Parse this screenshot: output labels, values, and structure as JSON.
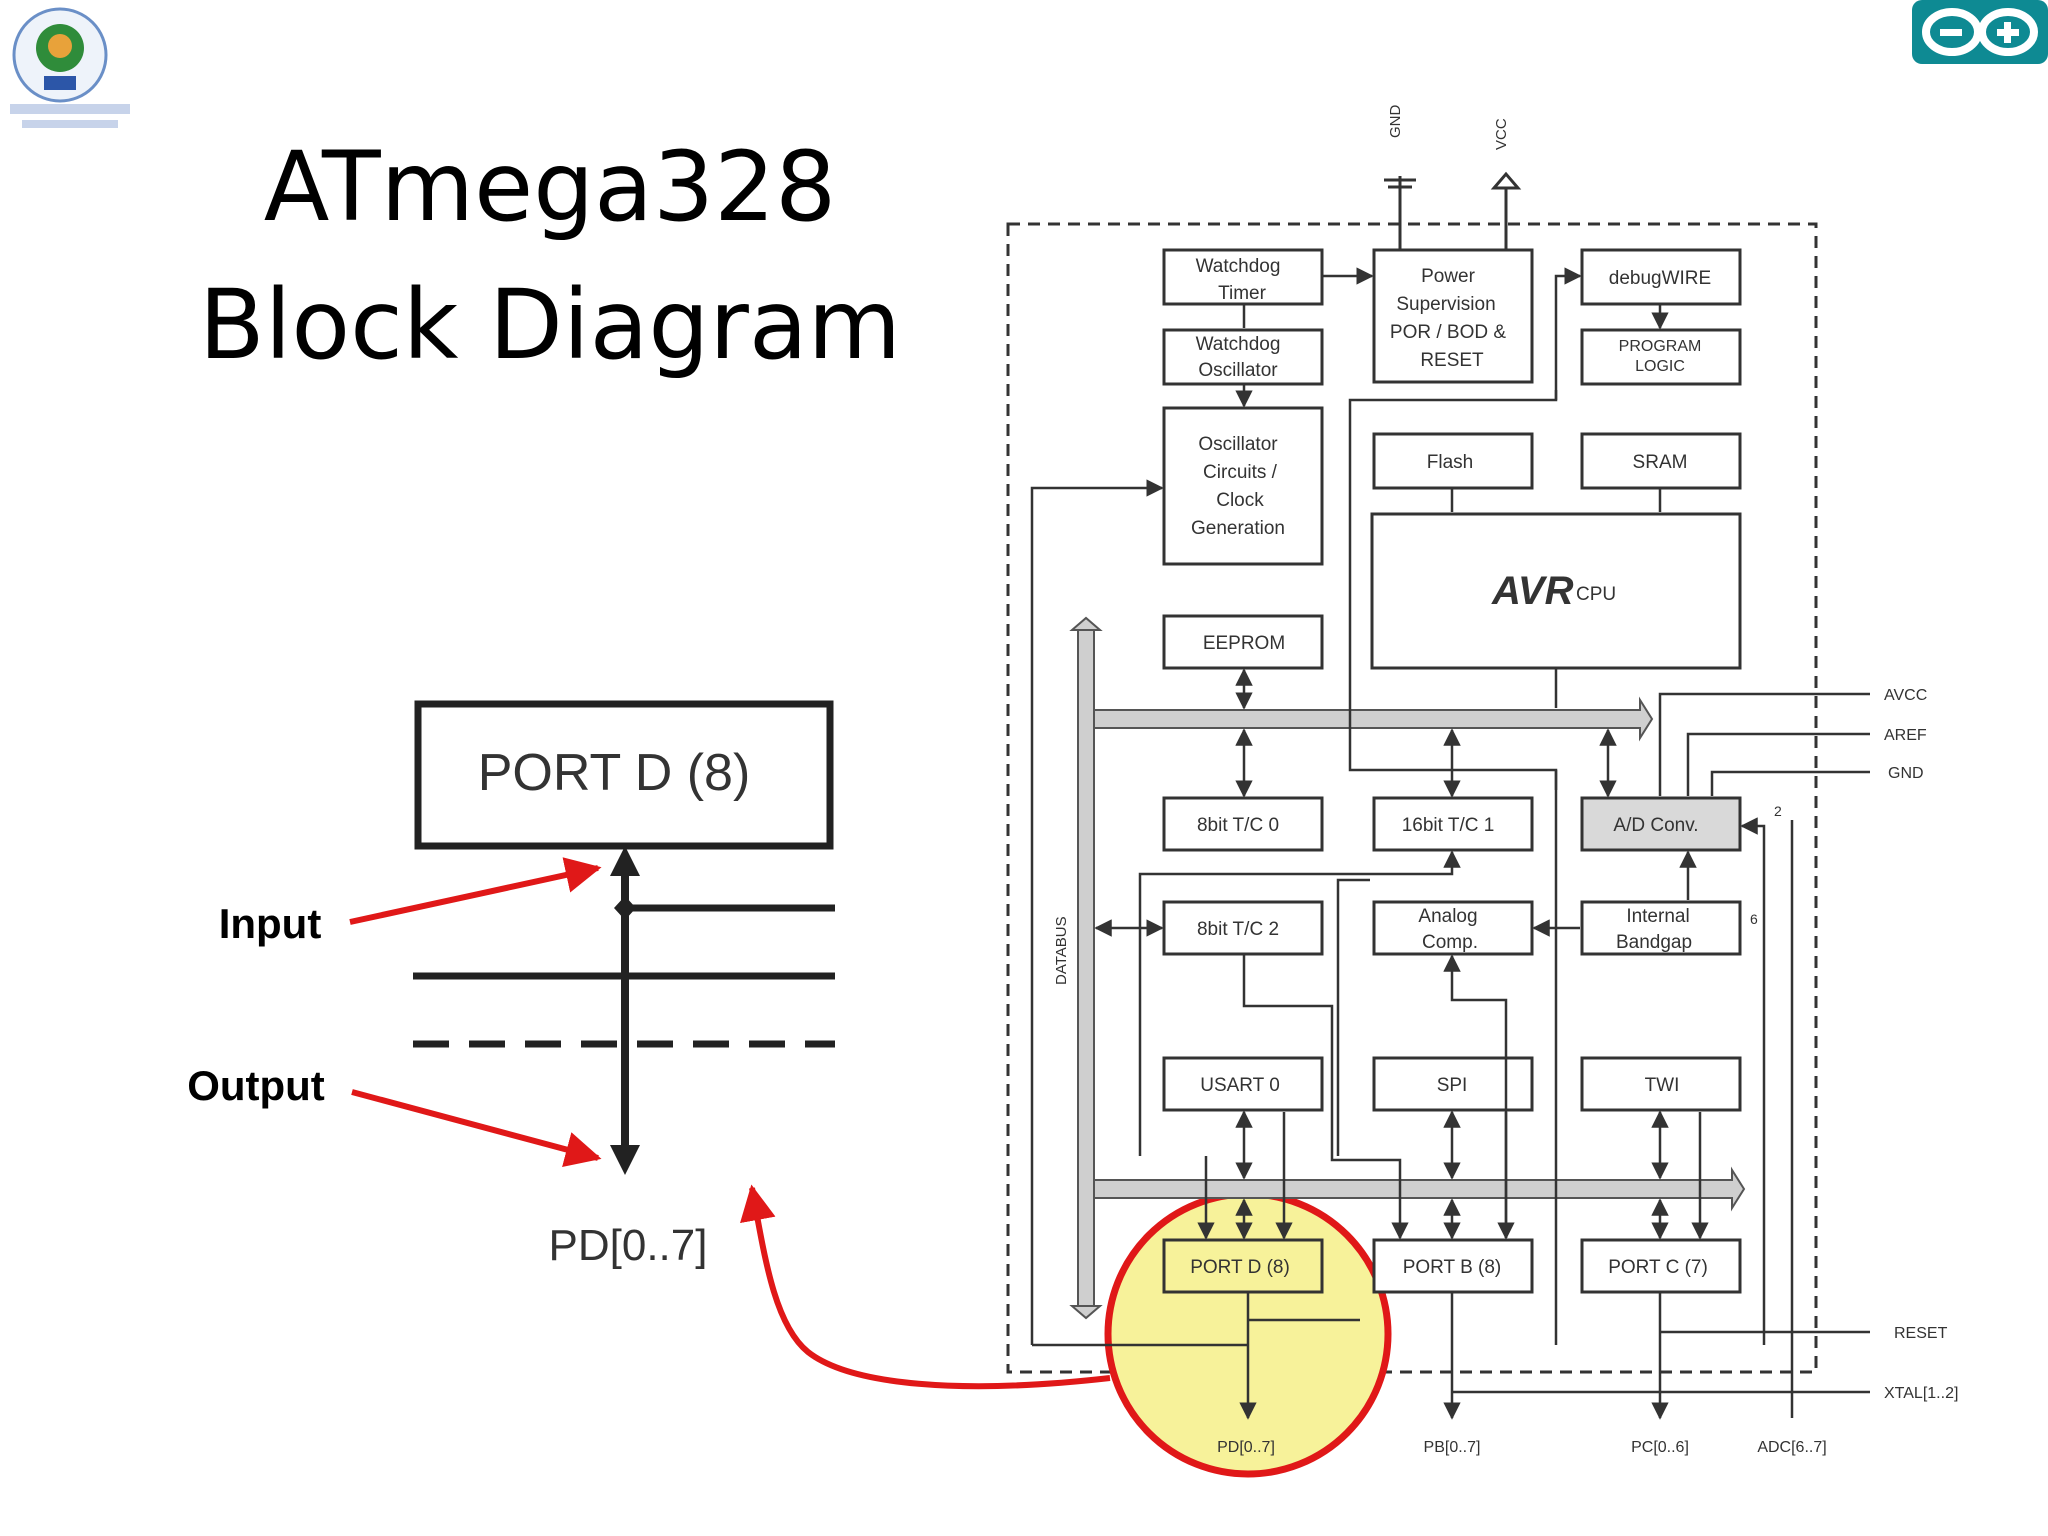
{
  "slide": {
    "title_line1": "ATmega328",
    "title_line2": "Block Diagram"
  },
  "callout": {
    "port_box": "PORT D (8)",
    "input_label": "Input",
    "output_label": "Output",
    "pins": "PD[0..7]"
  },
  "diagram": {
    "supply": {
      "gnd": "GND",
      "vcc": "VCC"
    },
    "blocks": {
      "watchdog_timer": [
        "Watchdog",
        "Timer"
      ],
      "power_supervision": [
        "Power",
        "Supervision",
        "POR / BOD &",
        "RESET"
      ],
      "debugwire": "debugWIRE",
      "watchdog_osc": [
        "Watchdog",
        "Oscillator"
      ],
      "program_logic": [
        "PROGRAM",
        "LOGIC"
      ],
      "osc_circuits": [
        "Oscillator",
        "Circuits /",
        "Clock",
        "Generation"
      ],
      "flash": "Flash",
      "sram": "SRAM",
      "avr_logo": "AVR",
      "cpu": "CPU",
      "eeprom": "EEPROM",
      "tc0": "8bit T/C 0",
      "tc1": "16bit T/C 1",
      "adc": "A/D Conv.",
      "tc2": "8bit T/C 2",
      "analog_comp": [
        "Analog",
        "Comp."
      ],
      "bandgap": [
        "Internal",
        "Bandgap"
      ],
      "usart": "USART 0",
      "spi": "SPI",
      "twi": "TWI",
      "portd": "PORT D (8)",
      "portb": "PORT B (8)",
      "portc": "PORT C (7)"
    },
    "databus": "DATABUS",
    "pins": {
      "avcc": "AVCC",
      "aref": "AREF",
      "gnd": "GND",
      "reset": "RESET",
      "xtal": "XTAL[1..2]",
      "pd": "PD[0..7]",
      "pb": "PB[0..7]",
      "pc": "PC[0..6]",
      "adc": "ADC[6..7]"
    },
    "bus_widths": {
      "adc_in": "2",
      "bandgap_in": "6"
    }
  },
  "colors": {
    "highlight_fill": "#f7f29a",
    "highlight_ring": "#e01818",
    "arrow_red": "#e01818",
    "adc_fill": "#d9d9d9",
    "databus_fill": "#cfcfcf"
  }
}
